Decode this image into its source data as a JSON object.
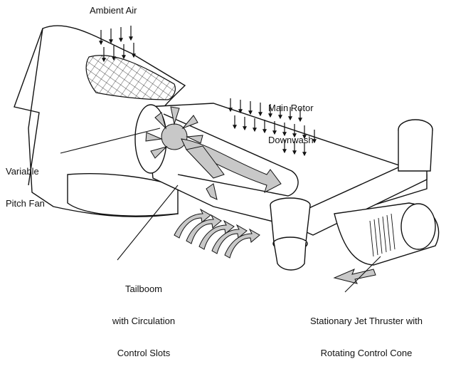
{
  "labels": {
    "ambient_air": "Ambient Air",
    "main_rotor_line1": "Main Rotor",
    "main_rotor_line2": "Downwash",
    "variable_pitch_line1": "Variable",
    "variable_pitch_line2": "Pitch Fan",
    "tailboom_line1": "Tailboom",
    "tailboom_line2": "with Circulation",
    "tailboom_line3": "Control Slots",
    "thruster_line1": "Stationary Jet Thruster with",
    "thruster_line2": "Rotating Control Cone"
  },
  "colors": {
    "stroke": "#111111",
    "flow_fill": "#c8c8c8",
    "background": "#ffffff"
  }
}
